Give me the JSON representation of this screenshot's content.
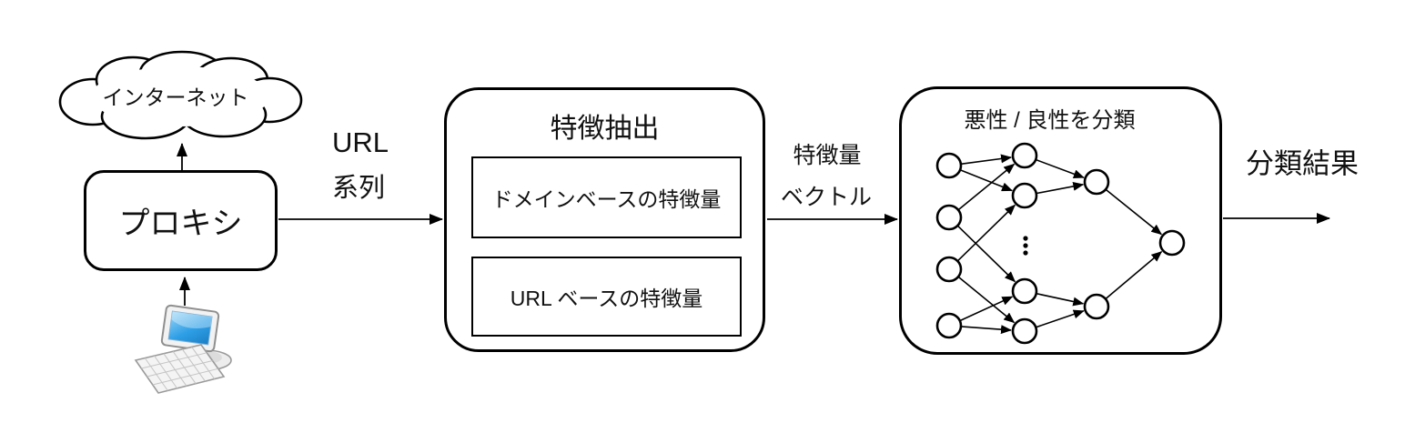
{
  "cloud": {
    "label": "インターネット"
  },
  "proxy": {
    "label": "プロキシ"
  },
  "arrow_url_sequence": {
    "line1": "URL",
    "line2": "系列"
  },
  "feature_extraction": {
    "title": "特徴抽出",
    "boxes": [
      {
        "label": "ドメインベースの特徴量"
      },
      {
        "label": "URL ベースの特徴量"
      }
    ]
  },
  "arrow_feature_vector": {
    "line1": "特徴量",
    "line2": "ベクトル"
  },
  "classifier": {
    "title": "悪性 / 良性を分類",
    "network": {
      "layer_sizes_shown": [
        4,
        4,
        2,
        1
      ],
      "hidden_layer_truncated_with_ellipsis": true
    }
  },
  "result": {
    "label": "分類結果"
  },
  "colors": {
    "stroke": "#000000",
    "background": "#ffffff",
    "computer_screen_blue": "#2e9fe6",
    "computer_body_gray": "#ededed"
  }
}
